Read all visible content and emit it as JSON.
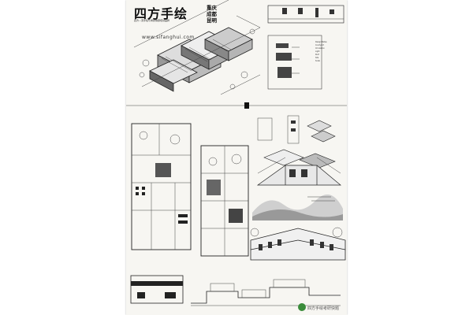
{
  "branding": {
    "logo_text": "四方手绘",
    "tagline": "四方—流手绘与考研快题培训品牌",
    "website": "www.sifanghui.com",
    "cities": [
      "重庆",
      "成都",
      "昆明"
    ]
  },
  "design_notes": {
    "title": "Design Notes",
    "lines": [
      "Courtyard",
      "Circulation",
      "Light",
      "Roof",
      "Site",
      "Scale"
    ]
  },
  "watermark": "四方手绘考研快题"
}
